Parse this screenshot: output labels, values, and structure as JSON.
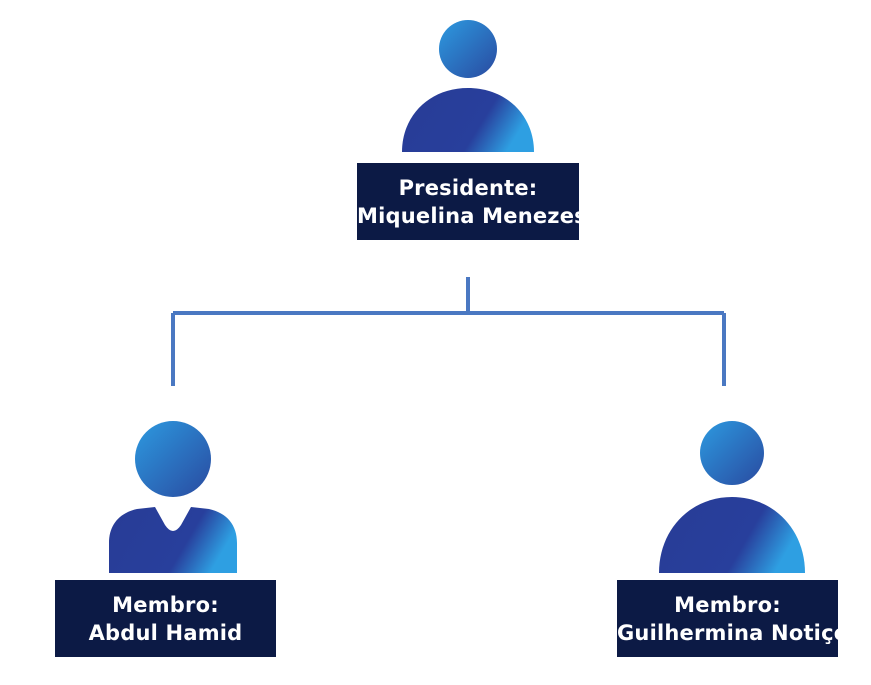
{
  "colors": {
    "label_background": "#0c1a45",
    "label_text": "#ffffff",
    "connector": "#4a78c2",
    "icon_head_light": "#2c8fd6",
    "icon_head_dark": "#264a9e",
    "icon_body_main": "#283f99",
    "icon_body_accent": "#2d9be0"
  },
  "nodes": {
    "president": {
      "role": "Presidente:",
      "name": "Miquelina Menezes",
      "icon": "person-icon"
    },
    "member_left": {
      "role": "Membro:",
      "name": "Abdul Hamid",
      "icon": "person-collar-icon"
    },
    "member_right": {
      "role": "Membro:",
      "name": "Guilhermina Notiço",
      "icon": "person-icon"
    }
  }
}
